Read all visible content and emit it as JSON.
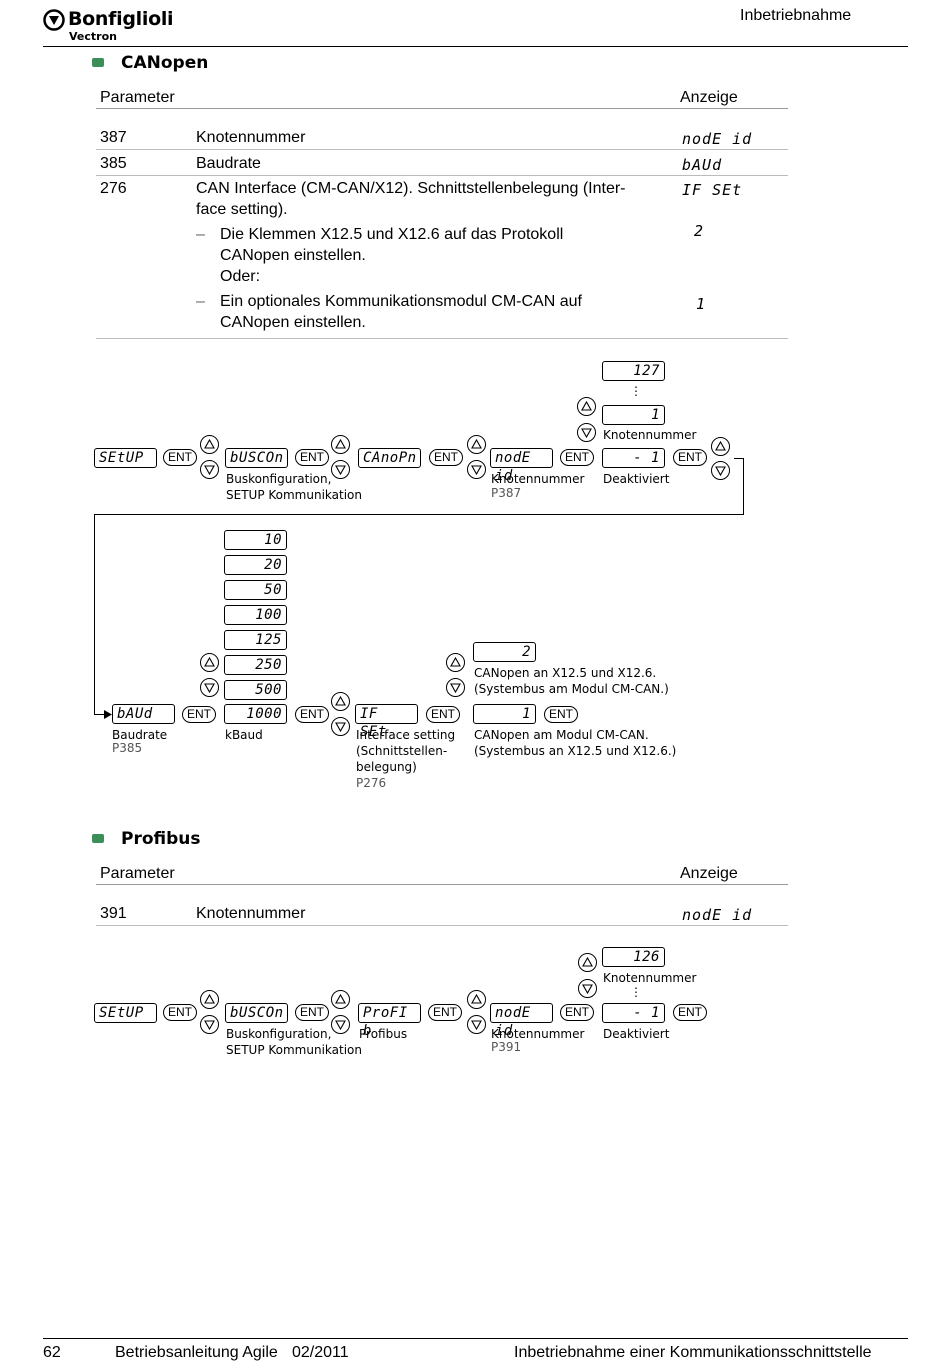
{
  "header": {
    "brand": "Bonfiglioli",
    "brand_sub": "Vectron",
    "section": "Inbetriebnahme"
  },
  "canopen": {
    "title": "CANopen",
    "col_param": "Parameter",
    "col_display": "Anzeige",
    "rows": [
      {
        "num": "387",
        "text": "Knotennummer",
        "display": "nodE id"
      },
      {
        "num": "385",
        "text": "Baudrate",
        "display": "bAUd"
      },
      {
        "num": "276",
        "text1": "CAN Interface (CM-CAN/X12). Schnittstellenbelegung (Inter-",
        "text2": "face setting).",
        "display": "IF SEt"
      }
    ],
    "opt1": {
      "line1": "Die Klemmen X12.5 und X12.6 auf das Protokoll",
      "line2": "CANopen einstellen.",
      "line3": "Oder:",
      "display": "2"
    },
    "opt2": {
      "line1": "Ein optionales Kommunikationsmodul CM-CAN auf",
      "line2": "CANopen einstellen.",
      "display": "1"
    },
    "dash": "–"
  },
  "flow1": {
    "setup": "SEtUP",
    "buscon": "bUSCOn",
    "canopn": "CAnoPn",
    "nodeid": "nodE id",
    "ent": "ENT",
    "v127": "127",
    "v1": "1",
    "vm1": "- 1",
    "dots": "⋮",
    "cap_bus1": "Buskonfiguration,",
    "cap_bus2": "SETUP Kommunikation",
    "cap_node": "Knotennummer",
    "cap_p387": "P387",
    "cap_knot": "Knotennummer",
    "cap_deakt": "Deaktiviert"
  },
  "flow2": {
    "baud": "bAUd",
    "ent": "ENT",
    "rates": [
      "10",
      "20",
      "50",
      "100",
      "125",
      "250",
      "500",
      "1000"
    ],
    "cap_baud": "Baudrate",
    "cap_p385": "P385",
    "cap_kbaud": "kBaud",
    "ifset": "IF SEt",
    "cap_if1": "Interface setting",
    "cap_if2": "(Schnittstellen-",
    "cap_if3": "belegung)",
    "cap_p276": "P276",
    "v2": "2",
    "v1": "1",
    "cap_v2a": "CANopen an X12.5 und X12.6.",
    "cap_v2b": "(Systembus am Modul CM-CAN.)",
    "cap_v1a": "CANopen am Modul CM-CAN.",
    "cap_v1b": "(Systembus an X12.5 und X12.6.)"
  },
  "profibus": {
    "title": "Profibus",
    "col_param": "Parameter",
    "col_display": "Anzeige",
    "row": {
      "num": "391",
      "text": "Knotennummer",
      "display": "nodE id"
    }
  },
  "flow3": {
    "setup": "SEtUP",
    "buscon": "bUSCOn",
    "profib": "ProFI b",
    "nodeid": "nodE id",
    "ent": "ENT",
    "v126": "126",
    "vm1": "- 1",
    "dots": "⋮",
    "cap_bus1": "Buskonfiguration,",
    "cap_bus2": "SETUP Kommunikation",
    "cap_profibus": "Profibus",
    "cap_node": "Knotennummer",
    "cap_p391": "P391",
    "cap_knot": "Knotennummer",
    "cap_deakt": "Deaktiviert"
  },
  "footer": {
    "page": "62",
    "manual": "Betriebsanleitung Agile",
    "date": "02/2011",
    "chapter": "Inbetriebnahme einer Kommunikationsschnittstelle"
  }
}
